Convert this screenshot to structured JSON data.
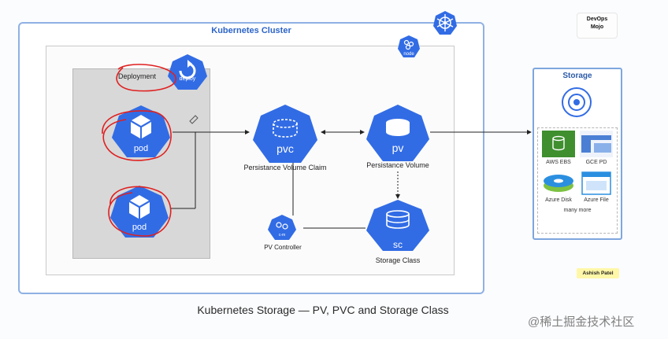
{
  "cluster": {
    "title": "Kubernetes Cluster",
    "node_label": "node"
  },
  "deployment": {
    "label": "Deployment",
    "icon_label": "deploy",
    "pods": [
      "pod",
      "pod"
    ]
  },
  "pvc": {
    "icon_label": "pvc",
    "caption": "Persistance Volume Claim"
  },
  "pv": {
    "icon_label": "pv",
    "caption": "Persistance Volume"
  },
  "controller": {
    "icon_label": "c-m",
    "caption": "PV Controller"
  },
  "sc": {
    "icon_label": "sc",
    "caption": "Storage Class"
  },
  "storage": {
    "title": "Storage",
    "providers": [
      "AWS EBS",
      "GCE PD",
      "Azure Disk",
      "Azure File"
    ],
    "more": "many more"
  },
  "brand": {
    "devops_line1": "DevOps",
    "devops_line2": "Mojo",
    "author": "Ashish Patel"
  },
  "caption": "Kubernetes Storage — PV, PVC and Storage Class",
  "watermark": "@稀土掘金技术社区",
  "colors": {
    "k8s_blue": "#326ce5",
    "cluster_border": "#8fb1e4",
    "annotation_red": "#e02020",
    "aws_green": "#3f8f2e",
    "gce_blue": "#4a7fd4",
    "azure_blue": "#2b8fe0"
  }
}
